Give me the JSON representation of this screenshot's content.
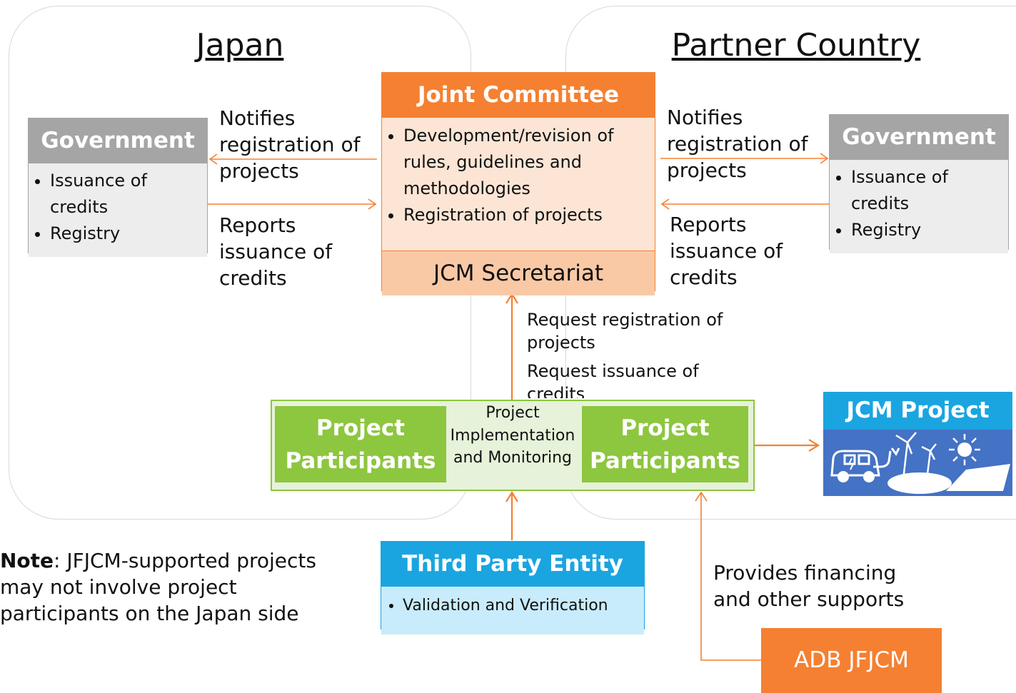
{
  "regions": {
    "japan": {
      "title": "Japan"
    },
    "partner": {
      "title": "Partner Country"
    }
  },
  "government_left": {
    "title": "Government",
    "items": [
      "Issuance of credits",
      "Registry"
    ]
  },
  "government_right": {
    "title": "Government",
    "items": [
      "Issuance of credits",
      "Registry"
    ]
  },
  "joint_committee": {
    "title": "Joint Committee",
    "items": [
      "Development/revision of rules, guidelines and methodologies",
      "Registration of projects"
    ],
    "secretariat": "JCM Secretariat"
  },
  "labels": {
    "notifies_left": "Notifies registration of projects",
    "reports_left": "Reports issuance of credits",
    "notifies_right": "Notifies registration of projects",
    "reports_right": "Reports issuance of credits",
    "request_registration": "Request registration of projects",
    "request_issuance": "Request issuance of credits",
    "financing": "Provides financing and other supports"
  },
  "implementation": {
    "participants_left": "Project Participants",
    "center": "Project Implementation and Monitoring",
    "participants_right": "Project Participants"
  },
  "jcm_project": {
    "title": "JCM Project"
  },
  "third_party": {
    "title": "Third Party Entity",
    "items": [
      "Validation and Verification"
    ]
  },
  "adb": {
    "label": "ADB JFJCM"
  },
  "note": {
    "bold": "Note",
    "text": ": JFJCM-supported projects may not involve project participants on the Japan side"
  },
  "colors": {
    "orange": "#f58031",
    "green": "#8dc63f",
    "blue": "#1aa5e0",
    "grey": "#a5a5a5"
  }
}
